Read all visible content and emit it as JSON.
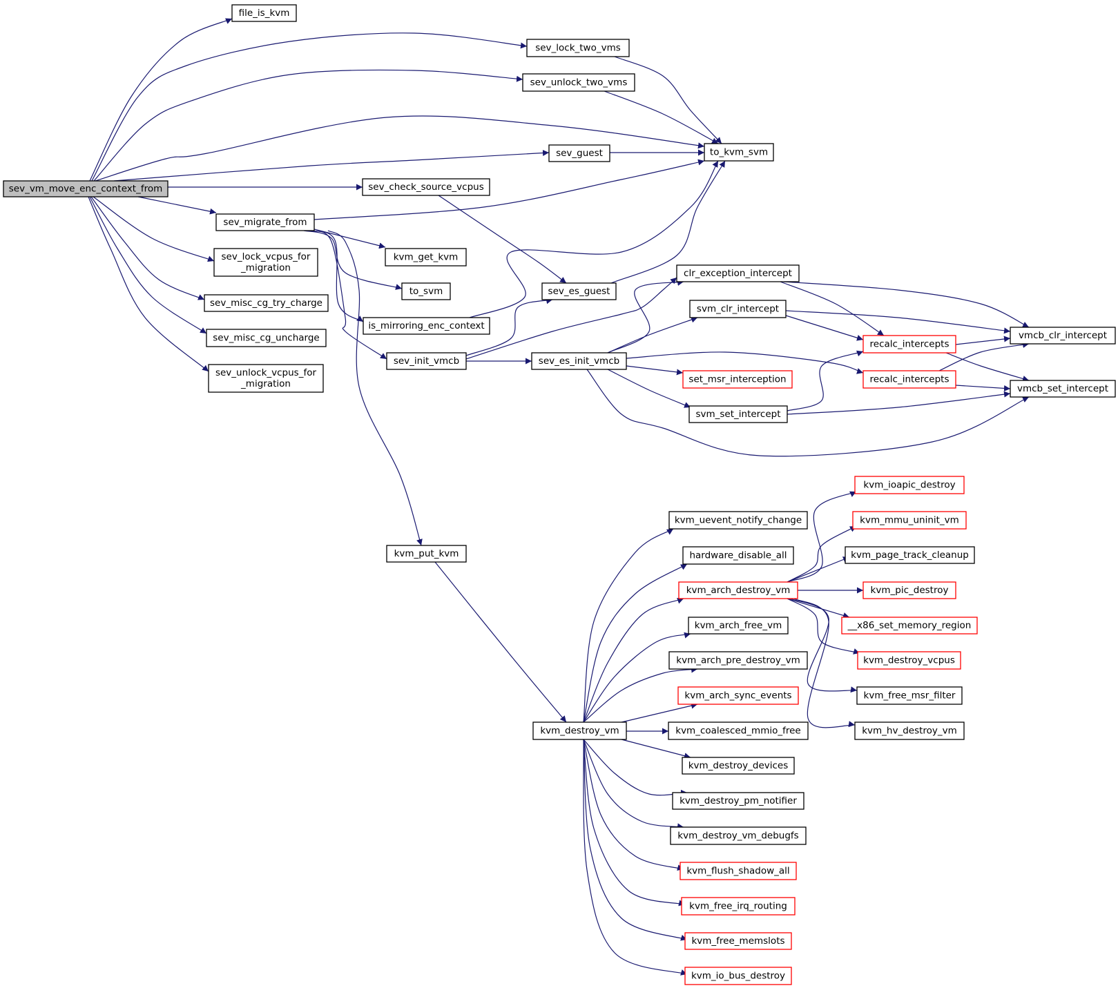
{
  "colors": {
    "edge": "#191970",
    "normal_border": "#000000",
    "truncated_border": "#ff0000",
    "root_fill": "#bfbfbf",
    "node_fill": "#ffffff",
    "text": "#000000"
  },
  "nodes": [
    {
      "id": "root",
      "lines": [
        "sev_vm_move_enc_context_from"
      ],
      "root": true
    },
    {
      "id": "file_is_kvm",
      "lines": [
        "file_is_kvm"
      ]
    },
    {
      "id": "sev_lock_two_vms",
      "lines": [
        "sev_lock_two_vms"
      ]
    },
    {
      "id": "sev_unlock_two_vms",
      "lines": [
        "sev_unlock_two_vms"
      ]
    },
    {
      "id": "to_kvm_svm",
      "lines": [
        "to_kvm_svm"
      ]
    },
    {
      "id": "sev_guest",
      "lines": [
        "sev_guest"
      ]
    },
    {
      "id": "sev_check_source_vcpus",
      "lines": [
        "sev_check_source_vcpus"
      ]
    },
    {
      "id": "sev_migrate_from",
      "lines": [
        "sev_migrate_from"
      ]
    },
    {
      "id": "sev_lock_vcpus_for_migration",
      "lines": [
        "sev_lock_vcpus_for",
        "_migration"
      ]
    },
    {
      "id": "sev_misc_cg_try_charge",
      "lines": [
        "sev_misc_cg_try_charge"
      ]
    },
    {
      "id": "sev_misc_cg_uncharge",
      "lines": [
        "sev_misc_cg_uncharge"
      ]
    },
    {
      "id": "sev_unlock_vcpus_for_migration",
      "lines": [
        "sev_unlock_vcpus_for",
        "_migration"
      ]
    },
    {
      "id": "kvm_get_kvm",
      "lines": [
        "kvm_get_kvm"
      ]
    },
    {
      "id": "to_svm",
      "lines": [
        "to_svm"
      ]
    },
    {
      "id": "is_mirroring_enc_context",
      "lines": [
        "is_mirroring_enc_context"
      ]
    },
    {
      "id": "sev_init_vmcb",
      "lines": [
        "sev_init_vmcb"
      ]
    },
    {
      "id": "sev_es_guest",
      "lines": [
        "sev_es_guest"
      ]
    },
    {
      "id": "sev_es_init_vmcb",
      "lines": [
        "sev_es_init_vmcb"
      ]
    },
    {
      "id": "clr_exception_intercept",
      "lines": [
        "clr_exception_intercept"
      ]
    },
    {
      "id": "svm_clr_intercept",
      "lines": [
        "svm_clr_intercept"
      ]
    },
    {
      "id": "recalc_intercepts_1",
      "lines": [
        "recalc_intercepts"
      ],
      "truncated": true
    },
    {
      "id": "recalc_intercepts_2",
      "lines": [
        "recalc_intercepts"
      ],
      "truncated": true
    },
    {
      "id": "set_msr_interception",
      "lines": [
        "set_msr_interception"
      ],
      "truncated": true
    },
    {
      "id": "svm_set_intercept",
      "lines": [
        "svm_set_intercept"
      ]
    },
    {
      "id": "vmcb_clr_intercept",
      "lines": [
        "vmcb_clr_intercept"
      ]
    },
    {
      "id": "vmcb_set_intercept",
      "lines": [
        "vmcb_set_intercept"
      ]
    },
    {
      "id": "kvm_put_kvm",
      "lines": [
        "kvm_put_kvm"
      ]
    },
    {
      "id": "kvm_destroy_vm",
      "lines": [
        "kvm_destroy_vm"
      ]
    },
    {
      "id": "kvm_uevent_notify_change",
      "lines": [
        "kvm_uevent_notify_change"
      ]
    },
    {
      "id": "hardware_disable_all",
      "lines": [
        "hardware_disable_all"
      ]
    },
    {
      "id": "kvm_arch_destroy_vm",
      "lines": [
        "kvm_arch_destroy_vm"
      ],
      "truncated": true
    },
    {
      "id": "kvm_arch_free_vm",
      "lines": [
        "kvm_arch_free_vm"
      ]
    },
    {
      "id": "kvm_arch_pre_destroy_vm",
      "lines": [
        "kvm_arch_pre_destroy_vm"
      ]
    },
    {
      "id": "kvm_arch_sync_events",
      "lines": [
        "kvm_arch_sync_events"
      ],
      "truncated": true
    },
    {
      "id": "kvm_coalesced_mmio_free",
      "lines": [
        "kvm_coalesced_mmio_free"
      ]
    },
    {
      "id": "kvm_destroy_devices",
      "lines": [
        "kvm_destroy_devices"
      ]
    },
    {
      "id": "kvm_destroy_pm_notifier",
      "lines": [
        "kvm_destroy_pm_notifier"
      ]
    },
    {
      "id": "kvm_destroy_vm_debugfs",
      "lines": [
        "kvm_destroy_vm_debugfs"
      ]
    },
    {
      "id": "kvm_flush_shadow_all",
      "lines": [
        "kvm_flush_shadow_all"
      ],
      "truncated": true
    },
    {
      "id": "kvm_free_irq_routing",
      "lines": [
        "kvm_free_irq_routing"
      ],
      "truncated": true
    },
    {
      "id": "kvm_free_memslots",
      "lines": [
        "kvm_free_memslots"
      ],
      "truncated": true
    },
    {
      "id": "kvm_io_bus_destroy",
      "lines": [
        "kvm_io_bus_destroy"
      ],
      "truncated": true
    },
    {
      "id": "kvm_ioapic_destroy",
      "lines": [
        "kvm_ioapic_destroy"
      ],
      "truncated": true
    },
    {
      "id": "kvm_mmu_uninit_vm",
      "lines": [
        "kvm_mmu_uninit_vm"
      ],
      "truncated": true
    },
    {
      "id": "kvm_page_track_cleanup",
      "lines": [
        "kvm_page_track_cleanup"
      ]
    },
    {
      "id": "kvm_pic_destroy",
      "lines": [
        "kvm_pic_destroy"
      ],
      "truncated": true
    },
    {
      "id": "x86_set_memory_region",
      "lines": [
        "__x86_set_memory_region"
      ],
      "truncated": true
    },
    {
      "id": "kvm_destroy_vcpus",
      "lines": [
        "kvm_destroy_vcpus"
      ],
      "truncated": true
    },
    {
      "id": "kvm_free_msr_filter",
      "lines": [
        "kvm_free_msr_filter"
      ]
    },
    {
      "id": "kvm_hv_destroy_vm",
      "lines": [
        "kvm_hv_destroy_vm"
      ]
    }
  ],
  "edges": [
    [
      "root",
      "file_is_kvm"
    ],
    [
      "root",
      "sev_lock_two_vms"
    ],
    [
      "root",
      "sev_unlock_two_vms"
    ],
    [
      "root",
      "to_kvm_svm"
    ],
    [
      "root",
      "sev_guest"
    ],
    [
      "root",
      "sev_check_source_vcpus"
    ],
    [
      "root",
      "sev_migrate_from"
    ],
    [
      "root",
      "sev_lock_vcpus_for_migration"
    ],
    [
      "root",
      "sev_misc_cg_try_charge"
    ],
    [
      "root",
      "sev_misc_cg_uncharge"
    ],
    [
      "root",
      "sev_unlock_vcpus_for_migration"
    ],
    [
      "sev_lock_two_vms",
      "to_kvm_svm"
    ],
    [
      "sev_unlock_two_vms",
      "to_kvm_svm"
    ],
    [
      "sev_guest",
      "to_kvm_svm"
    ],
    [
      "sev_check_source_vcpus",
      "sev_es_guest"
    ],
    [
      "sev_migrate_from",
      "to_kvm_svm"
    ],
    [
      "sev_migrate_from",
      "kvm_get_kvm"
    ],
    [
      "sev_migrate_from",
      "to_svm"
    ],
    [
      "sev_migrate_from",
      "is_mirroring_enc_context"
    ],
    [
      "sev_migrate_from",
      "sev_init_vmcb"
    ],
    [
      "sev_migrate_from",
      "kvm_put_kvm"
    ],
    [
      "is_mirroring_enc_context",
      "to_kvm_svm"
    ],
    [
      "sev_es_guest",
      "to_kvm_svm"
    ],
    [
      "sev_init_vmcb",
      "sev_es_guest"
    ],
    [
      "sev_init_vmcb",
      "clr_exception_intercept"
    ],
    [
      "sev_init_vmcb",
      "sev_es_init_vmcb"
    ],
    [
      "sev_es_init_vmcb",
      "clr_exception_intercept"
    ],
    [
      "sev_es_init_vmcb",
      "svm_clr_intercept"
    ],
    [
      "sev_es_init_vmcb",
      "recalc_intercepts_2"
    ],
    [
      "sev_es_init_vmcb",
      "set_msr_interception"
    ],
    [
      "sev_es_init_vmcb",
      "svm_set_intercept"
    ],
    [
      "sev_es_init_vmcb",
      "vmcb_set_intercept"
    ],
    [
      "clr_exception_intercept",
      "recalc_intercepts_1"
    ],
    [
      "clr_exception_intercept",
      "vmcb_clr_intercept"
    ],
    [
      "svm_clr_intercept",
      "recalc_intercepts_1"
    ],
    [
      "svm_clr_intercept",
      "vmcb_clr_intercept"
    ],
    [
      "svm_set_intercept",
      "recalc_intercepts_1"
    ],
    [
      "svm_set_intercept",
      "vmcb_set_intercept"
    ],
    [
      "recalc_intercepts_1",
      "vmcb_clr_intercept"
    ],
    [
      "recalc_intercepts_1",
      "vmcb_set_intercept"
    ],
    [
      "recalc_intercepts_2",
      "vmcb_clr_intercept"
    ],
    [
      "recalc_intercepts_2",
      "vmcb_set_intercept"
    ],
    [
      "kvm_put_kvm",
      "kvm_destroy_vm"
    ],
    [
      "kvm_destroy_vm",
      "kvm_uevent_notify_change"
    ],
    [
      "kvm_destroy_vm",
      "hardware_disable_all"
    ],
    [
      "kvm_destroy_vm",
      "kvm_arch_destroy_vm"
    ],
    [
      "kvm_destroy_vm",
      "kvm_arch_free_vm"
    ],
    [
      "kvm_destroy_vm",
      "kvm_arch_pre_destroy_vm"
    ],
    [
      "kvm_destroy_vm",
      "kvm_arch_sync_events"
    ],
    [
      "kvm_destroy_vm",
      "kvm_coalesced_mmio_free"
    ],
    [
      "kvm_destroy_vm",
      "kvm_destroy_devices"
    ],
    [
      "kvm_destroy_vm",
      "kvm_destroy_pm_notifier"
    ],
    [
      "kvm_destroy_vm",
      "kvm_destroy_vm_debugfs"
    ],
    [
      "kvm_destroy_vm",
      "kvm_flush_shadow_all"
    ],
    [
      "kvm_destroy_vm",
      "kvm_free_irq_routing"
    ],
    [
      "kvm_destroy_vm",
      "kvm_free_memslots"
    ],
    [
      "kvm_destroy_vm",
      "kvm_io_bus_destroy"
    ],
    [
      "kvm_arch_destroy_vm",
      "kvm_ioapic_destroy"
    ],
    [
      "kvm_arch_destroy_vm",
      "kvm_mmu_uninit_vm"
    ],
    [
      "kvm_arch_destroy_vm",
      "kvm_page_track_cleanup"
    ],
    [
      "kvm_arch_destroy_vm",
      "kvm_pic_destroy"
    ],
    [
      "kvm_arch_destroy_vm",
      "x86_set_memory_region"
    ],
    [
      "kvm_arch_destroy_vm",
      "kvm_destroy_vcpus"
    ],
    [
      "kvm_arch_destroy_vm",
      "kvm_free_msr_filter"
    ],
    [
      "kvm_arch_destroy_vm",
      "kvm_hv_destroy_vm"
    ]
  ]
}
